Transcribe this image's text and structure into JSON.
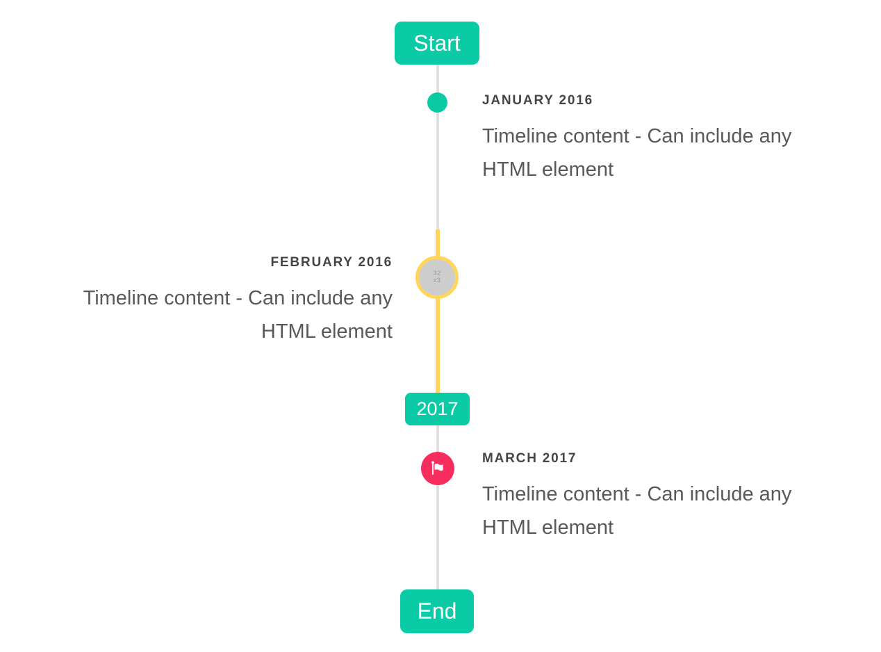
{
  "colors": {
    "accent_teal": "#0BCBA6",
    "highlight_yellow": "#FFD65A",
    "flag_red": "#F92C5E",
    "line_gray": "#E0E0E0",
    "marker_gray_fill": "#CDCDCD",
    "title_text": "#454545",
    "content_text": "#58595B"
  },
  "timeline": {
    "start_label": "Start",
    "year_divider_label": "2017",
    "end_label": "End",
    "entries": [
      {
        "title": "JANUARY 2016",
        "side": "right",
        "marker": "teal-dot",
        "content_lines": [
          "Timeline content - Can include any",
          "HTML element"
        ]
      },
      {
        "title": "FEBRUARY 2016",
        "side": "left",
        "marker": "gray-circle-yellow-ring",
        "marker_placeholder_text": "32x32",
        "content_lines": [
          "Timeline content - Can include any",
          "HTML element"
        ]
      },
      {
        "title": "MARCH 2017",
        "side": "right",
        "marker": "red-flag-circle",
        "content_lines": [
          "Timeline content - Can include any",
          "HTML element"
        ]
      }
    ]
  }
}
